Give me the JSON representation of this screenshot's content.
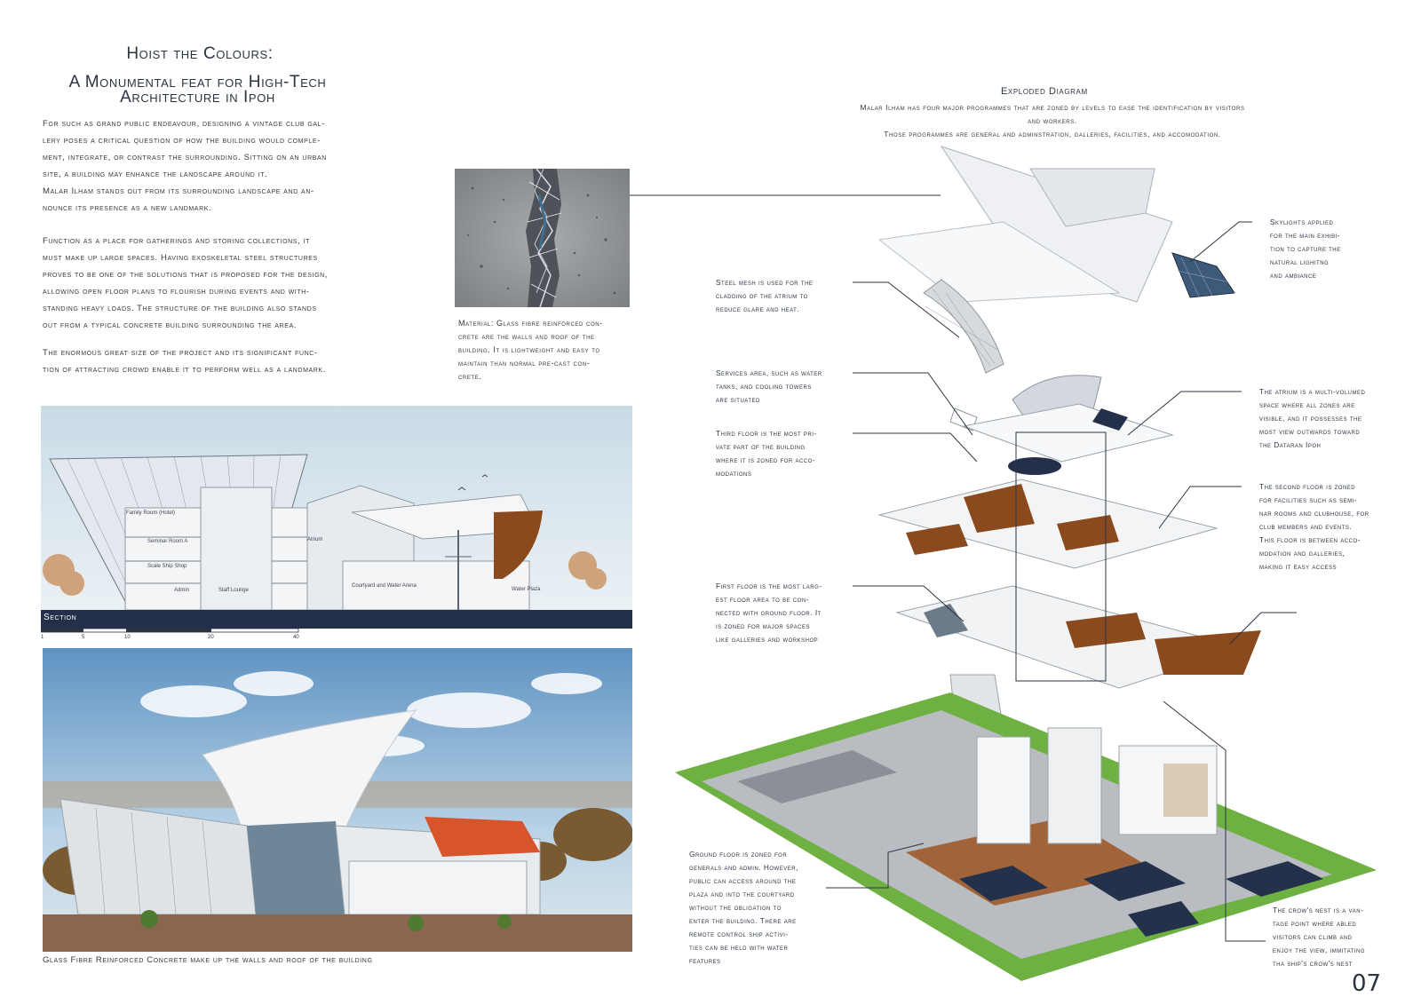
{
  "title": {
    "line1": "Hoist the Colours:",
    "line2a": "A Monumental feat for High-Tech",
    "line2b": "Architecture in Ipoh"
  },
  "intro": {
    "p1": [
      "For such as grand public endeavour, designing a vintage club gal-",
      "lery poses a critical question of how the building would comple-",
      "ment, integrate, or contrast the surrounding. Sitting on an urban",
      "site, a building may enhance the landscape around it.",
      "Malar Ilham stands out from its surrounding landscape and an-",
      "nounce its presence as a new landmark."
    ],
    "p2": [
      "Function as a place for gatherings and storing collections, it",
      "must make up large spaces. Having exoskeletal steel structures",
      "proves to be one of the solutions that is proposed for the design,",
      "allowing open floor plans to flourish during events and with-",
      "standing heavy loads. The structure of the building also stands",
      "out from a typical concrete building surrounding the area."
    ],
    "p3": [
      "The enormous great size of the project and its significant func-",
      "tion of attracting crowd enable it to perform well as a landmark."
    ]
  },
  "material": {
    "caption": [
      "Material: Glass fibre reinforced con-",
      "crete are the walls and roof of the",
      "building. It is lightweight and easy to",
      "maintain than normal pre-cast con-",
      "crete."
    ]
  },
  "section": {
    "label": "Section",
    "rooms": [
      "Family Room (Hotel)",
      "Seminar Room A",
      "Scale Ship Shop",
      "Admin",
      "Staff Lounge",
      "Atrium",
      "Courtyard and Water Arena",
      "Water Plaza"
    ],
    "scale_ticks": [
      "1",
      "5",
      "10",
      "20",
      "40"
    ]
  },
  "render": {
    "caption": "Glass Fibre Reinforced Concrete make up the walls and roof of the building"
  },
  "exploded": {
    "title": "Exploded Diagram",
    "desc": [
      "Malar Ilham has four major programmes that are zoned by levels to ease the identification by visitors",
      "and workers.",
      "Those programmes are general and adminstration, galleries, facilities, and accomodation."
    ],
    "notes": {
      "steel_mesh": [
        "Steel mesh is used for the",
        "cladding of the atrium to",
        "reduce glare and heat."
      ],
      "services": [
        "Services area, such as water",
        "tanks, and cooling towers",
        "are situated"
      ],
      "third_floor": [
        "Third floor is the most pri-",
        "vate part of the building",
        "where it is zoned for acco-",
        "modations"
      ],
      "first_floor": [
        "First floor is the most larg-",
        "est floor area to be con-",
        "nected with ground floor. It",
        "is zoned for major spaces",
        "like galleries and workshop"
      ],
      "ground_floor": [
        "Ground floor is zoned for",
        "generals and admin. However,",
        "public can access around the",
        "plaza and into the courtyard",
        "without the obligation to",
        "enter the building. There are",
        "remote control ship activi-",
        "ties can be held with water",
        "features"
      ],
      "skylights": [
        "Skylights applied",
        "for the main exhibi-",
        "tion to capture the",
        "natural lighitng",
        "and ambiance"
      ],
      "atrium": [
        "The atrium is a multi-volumed",
        "space where all zones are",
        "visible, and it possesses the",
        "most view outwards toward",
        "the Dataran Ipoh"
      ],
      "second_floor": [
        "The second floor is zoned",
        "for facilities such as semi-",
        "nar rooms and clubhouse, for",
        "club members and events.",
        "This floor is between acco-",
        "modation and galleries,",
        "making it easy access"
      ],
      "crows_nest": [
        "The crow's nest is a van-",
        "tage point where abled",
        "visitors can climb and",
        "enjoy the view, immitating",
        "tha ship's crow's nest"
      ]
    }
  },
  "page_number": "07",
  "colors": {
    "text": "#2b3441",
    "navy": "#24304a",
    "timber": "#8a4a1e",
    "grass": "#6fb043",
    "water": "#23324a",
    "sky": "#dfe9ef"
  }
}
